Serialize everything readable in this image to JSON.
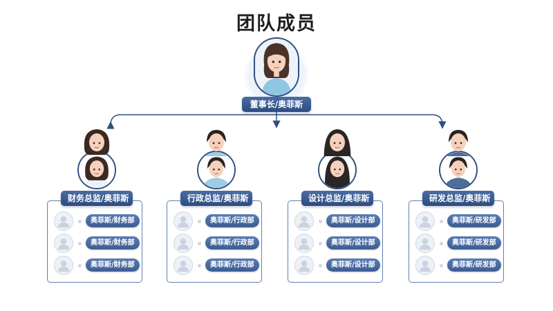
{
  "title": "团队成员",
  "root": {
    "label": "董事长/奥菲斯"
  },
  "departments": [
    {
      "head": "财务总监/奥菲斯",
      "members": [
        "奥菲斯/财务部",
        "奥菲斯/财务部",
        "奥菲斯/财务部"
      ],
      "avatar_style": "woman-short-hair"
    },
    {
      "head": "行政总监/奥菲斯",
      "members": [
        "奥菲斯/行政部",
        "奥菲斯/行政部",
        "奥菲斯/行政部"
      ],
      "avatar_style": "man-blue-shirt"
    },
    {
      "head": "设计总监/奥菲斯",
      "members": [
        "奥菲斯/设计部",
        "奥菲斯/设计部",
        "奥菲斯/设计部"
      ],
      "avatar_style": "woman-long-hair"
    },
    {
      "head": "研发总监/奥菲斯",
      "members": [
        "奥菲斯/研发部",
        "奥菲斯/研发部",
        "奥菲斯/研发部"
      ],
      "avatar_style": "man-navy-shirt"
    }
  ],
  "icons": {
    "root_avatar": "woman-avatar-icon",
    "member_avatar": "user-placeholder-icon"
  },
  "colors": {
    "accent": "#2f4f7e",
    "pill": "#3c5d93",
    "card_border": "#5e7fb0",
    "title": "#1e1e1e"
  }
}
